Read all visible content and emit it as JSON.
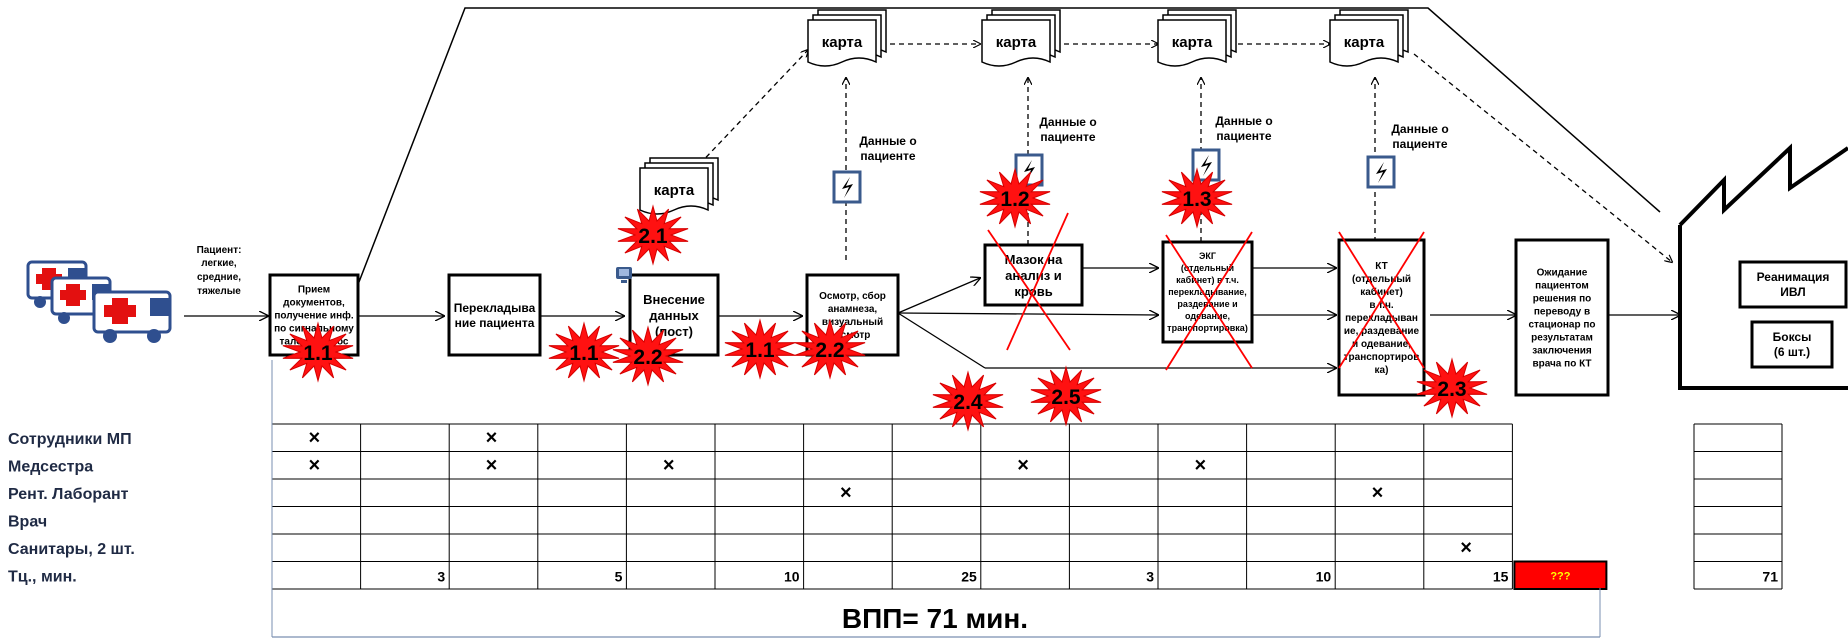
{
  "patient_label": [
    "Пациент:",
    "легкие,",
    "средние,",
    "тяжелые"
  ],
  "process_boxes": [
    {
      "id": "p1",
      "lines": [
        "Прием",
        "документов,",
        "получение инф.",
        "по сигнальному",
        "талону, опрос"
      ]
    },
    {
      "id": "p2",
      "lines": [
        "Перекладыва",
        "ние пациента"
      ]
    },
    {
      "id": "p3",
      "lines": [
        "Внесение",
        "данных",
        "(пост)"
      ]
    },
    {
      "id": "p4",
      "lines": [
        "Осмотр, сбор",
        "анамнеза,",
        "визуальный",
        "осмотр"
      ]
    },
    {
      "id": "p5",
      "lines": [
        "Мазок на",
        "анализ и",
        "кровь"
      ]
    },
    {
      "id": "p6",
      "lines": [
        "ЭКГ",
        "(отдельный",
        "кабинет) в т.ч.",
        "перекладывание,",
        "раздевание и",
        "одевание,",
        "транспортировка)"
      ]
    },
    {
      "id": "p7",
      "lines": [
        "КТ",
        "(отдельный",
        "кабинет)",
        "в т.ч.",
        "перекладыван",
        "ие, раздевание",
        "и одевание,",
        "транспортиров",
        "ка)"
      ]
    },
    {
      "id": "p8",
      "lines": [
        "Ожидание",
        "пациентом",
        "решения по",
        "переводу в",
        "стационар по",
        "результатам",
        "заключения",
        "врача  по КТ"
      ]
    }
  ],
  "factory_boxes": [
    {
      "id": "f1",
      "lines": [
        "Реанимация",
        "ИВЛ"
      ]
    },
    {
      "id": "f2",
      "lines": [
        "Боксы",
        "(6 шт.)"
      ]
    }
  ],
  "card_label": "карта",
  "data_label": [
    "Данные о",
    "пациенте"
  ],
  "bursts": [
    "1.1",
    "1.1",
    "2.2",
    "1.1",
    "2.2",
    "2.1",
    "1.2",
    "1.3",
    "2.4",
    "2.5",
    "2.3"
  ],
  "table": {
    "row_labels": [
      "Сотрудники МП",
      "Медсестра",
      "Рент. Лаборант",
      "Врач",
      "Санитары, 2 шт.",
      "Тц., мин."
    ],
    "marks": [
      {
        "row": 0,
        "col": 0
      },
      {
        "row": 0,
        "col": 2
      },
      {
        "row": 1,
        "col": 0
      },
      {
        "row": 1,
        "col": 2
      },
      {
        "row": 1,
        "col": 4
      },
      {
        "row": 1,
        "col": 8
      },
      {
        "row": 1,
        "col": 10
      },
      {
        "row": 2,
        "col": 6
      },
      {
        "row": 2,
        "col": 12
      },
      {
        "row": 4,
        "col": 13
      }
    ],
    "mark_symbol": "×",
    "times": [
      {
        "col": 1,
        "value": "3"
      },
      {
        "col": 3,
        "value": "5"
      },
      {
        "col": 5,
        "value": "10"
      },
      {
        "col": 7,
        "value": "25"
      },
      {
        "col": 9,
        "value": "3"
      },
      {
        "col": 11,
        "value": "10"
      },
      {
        "col": 13,
        "value": "15"
      }
    ],
    "unknown_time": "???",
    "total_time": "71",
    "colors": {
      "unknown_fill": "#ff0000",
      "unknown_text": "#ffff00"
    }
  },
  "total_label": "ВПП= 71 мин.",
  "colors": {
    "burst": "#ff1111",
    "info_icon": "#3a5a8c",
    "crossout": "#ff0000"
  }
}
